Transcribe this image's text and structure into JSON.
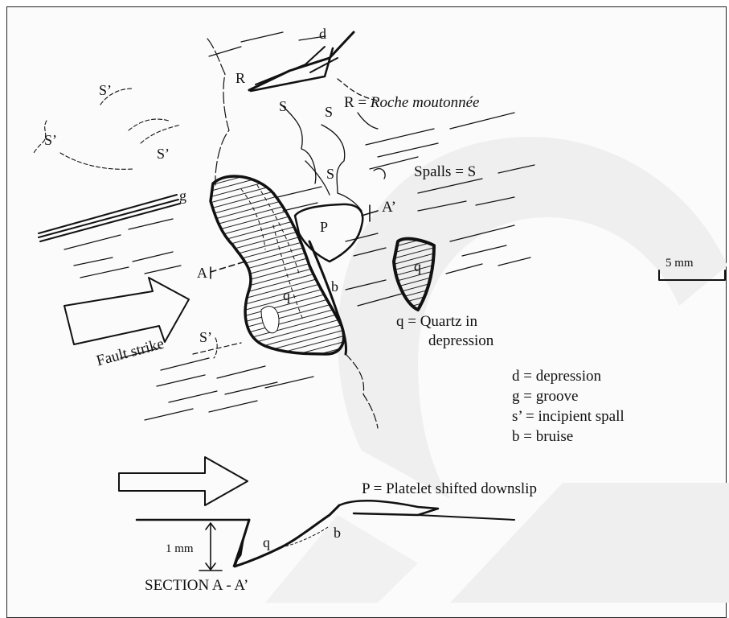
{
  "labels": {
    "d": "d",
    "r": "R",
    "s_prime_1": "S’",
    "s_prime_2": "S’",
    "s_prime_3": "S’",
    "s_prime_4": "S’",
    "s1": "S",
    "s2": "S",
    "s3": "S",
    "g": "g",
    "p": "P",
    "a": "A",
    "a_prime": "A’",
    "q_left": "q",
    "q_right": "q",
    "q_section": "q",
    "b_main": "b",
    "b_section": "b",
    "fault_strike": "Fault strike",
    "scale_5mm": "5 mm",
    "scale_1mm": "1 mm",
    "section": "SECTION A - A’"
  },
  "legend": {
    "roche_prefix": "R = ",
    "roche_term": "Roche moutonnée",
    "spalls": "Spalls = S",
    "quartz_line1": "q = Quartz in",
    "quartz_line2": "depression",
    "depression": "d = depression",
    "groove": "g =  groove",
    "incipient_spall": "s’ = incipient spall",
    "bruise": "b = bruise",
    "platelet": "P = Platelet shifted downslip"
  },
  "colors": {
    "ink": "#111111",
    "watermark": "#eeeeee",
    "frame": "#222222"
  }
}
